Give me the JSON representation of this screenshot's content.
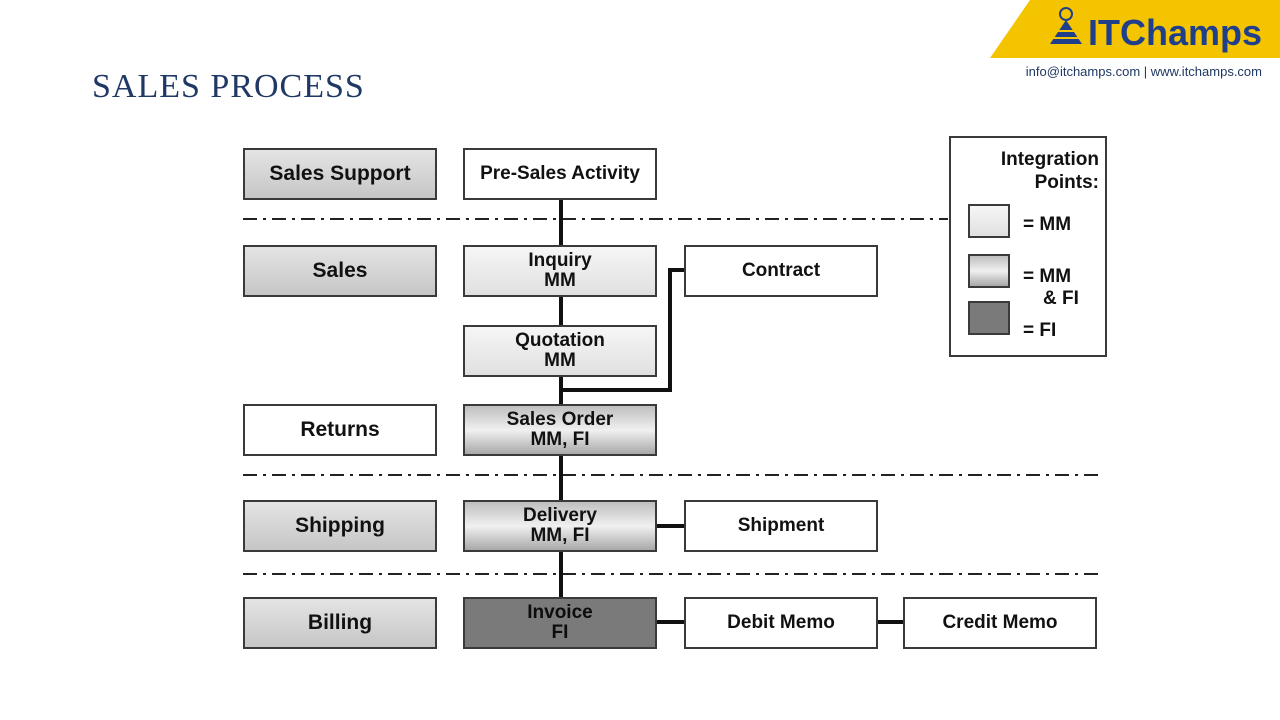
{
  "header": {
    "title": "SALES PROCESS",
    "contact": "info@itchamps.com | www.itchamps.com",
    "logo_text": "ITChamps"
  },
  "categories": {
    "sales_support": "Sales Support",
    "sales": "Sales",
    "returns": "Returns",
    "shipping": "Shipping",
    "billing": "Billing"
  },
  "steps": {
    "presales": {
      "line1": "Pre-Sales Activity"
    },
    "inquiry": {
      "line1": "Inquiry",
      "line2": "MM"
    },
    "quotation": {
      "line1": "Quotation",
      "line2": "MM"
    },
    "sales_order": {
      "line1": "Sales Order",
      "line2": "MM, FI"
    },
    "delivery": {
      "line1": "Delivery",
      "line2": "MM, FI"
    },
    "invoice": {
      "line1": "Invoice",
      "line2": "FI"
    }
  },
  "side_docs": {
    "contract": "Contract",
    "shipment": "Shipment",
    "debit_memo": "Debit Memo",
    "credit_memo": "Credit Memo"
  },
  "legend": {
    "title_line1": "Integration",
    "title_line2": "Points:",
    "mm": "= MM",
    "mm_fi_line1": "= MM",
    "mm_fi_line2": "& FI",
    "fi": "= FI"
  },
  "colors": {
    "title": "#1f3864",
    "logo_yellow": "#f5c400",
    "logo_blue": "#1f3f8a"
  }
}
